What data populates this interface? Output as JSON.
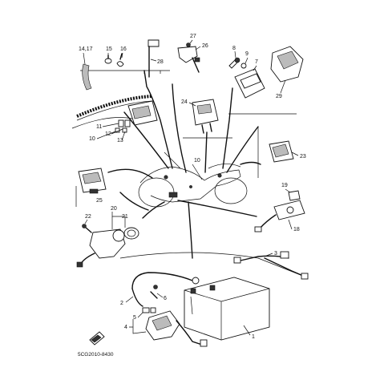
{
  "diagram": {
    "code": "5CG2010-8430",
    "callouts": {
      "c1": "1",
      "c2": "2",
      "c3": "3",
      "c4": "4",
      "c5": "5",
      "c6": "6",
      "c7": "7",
      "c8": "8",
      "c9": "9",
      "c10a": "10",
      "c10b": "10",
      "c11": "11",
      "c12": "12",
      "c13": "13",
      "c14_17": "14,17",
      "c15": "15",
      "c16": "16",
      "c18": "18",
      "c19": "19",
      "c20": "20",
      "c21": "21",
      "c22": "22",
      "c23": "23",
      "c24": "24",
      "c25": "25",
      "c26": "26",
      "c27": "27",
      "c28": "28",
      "c29": "29"
    }
  }
}
